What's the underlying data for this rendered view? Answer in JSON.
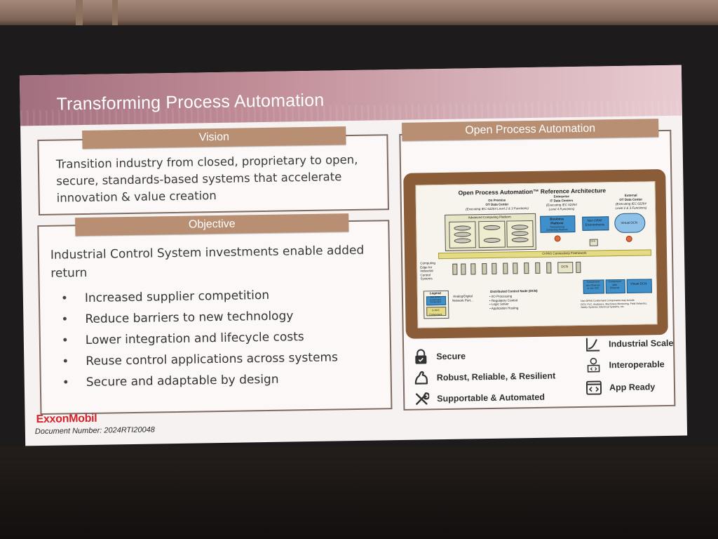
{
  "slide": {
    "title": "Transforming Process Automation",
    "vision": {
      "header": "Vision",
      "text": "Transition industry from closed, proprietary to open, secure, standards-based systems that accelerate innovation & value creation"
    },
    "objective": {
      "header": "Objective",
      "intro": "Industrial Control System investments enable added return",
      "bullets": [
        "Increased supplier competition",
        "Reduce barriers to new technology",
        "Lower integration and lifecycle costs",
        "Reuse control applications across systems",
        "Secure and adaptable by design"
      ]
    },
    "opa": {
      "header": "Open Process Automation",
      "diagram": {
        "title": "Open Process Automation™ Reference Architecture",
        "on_premise": "On Premise\nOT Data Center",
        "on_premise_sub": "(Executing IEC 62264 Level 2 & 3 Functions)",
        "enterprise": "Enterprise\nIT Data Centers",
        "enterprise_sub": "(Executing IEC 62264\nLevel 4 Functions)",
        "external": "External\nOT Data Center",
        "external_sub": "(Executing IEC 62264\nLevel 2 & 3 Functions)",
        "acp": "Advanced Computing Platform",
        "business": "Business\nPlatform",
        "business_sub": "Transactional\nComputing Platform",
        "non_opaf": "Non OPAF\nEnvironments",
        "virtual_dcn": "Virtual DCN",
        "dcn": "DCN",
        "connectivity": "O-PAS Connectivity Framework",
        "computing_edge": "Computing\nEdge for\nIndustrial\nControl\nSystems",
        "dcn_label": "Distributed Control Node (DCN)",
        "dcn_list": "• I/O Processing\n• Regulatory Control\n• Logic Solver\n• Application Hosting",
        "legend": "Legend",
        "non_opas": "Non OPAS Conformant Component",
        "opas": "O-PAS Component",
        "analog": "Analog/Digital\nNetwork Port...",
        "components_l": "Component\nw/o Ethernet\nor w/o OCI",
        "components_r": "Component\nWith\nEthernet",
        "note": "Non-OPAS Conformant Components may include\nDCS, PLC, Analyzers, Machinery Monitoring, Field Networks,\nSafety Systems, Electrical Systems, etc."
      },
      "features_left": [
        {
          "icon": "lock-icon",
          "label": "Secure"
        },
        {
          "icon": "flexed-arm-icon",
          "label": "Robust, Reliable, & Resilient"
        },
        {
          "icon": "tools-icon",
          "label": "Supportable & Automated"
        }
      ],
      "features_right": [
        {
          "icon": "growth-chart-icon",
          "label": "Industrial Scale"
        },
        {
          "icon": "developer-icon",
          "label": "Interoperable"
        },
        {
          "icon": "code-window-icon",
          "label": "App Ready"
        }
      ]
    },
    "logo": "ExxonMobil",
    "document_number": "Document Number: 2024RTI20048"
  }
}
